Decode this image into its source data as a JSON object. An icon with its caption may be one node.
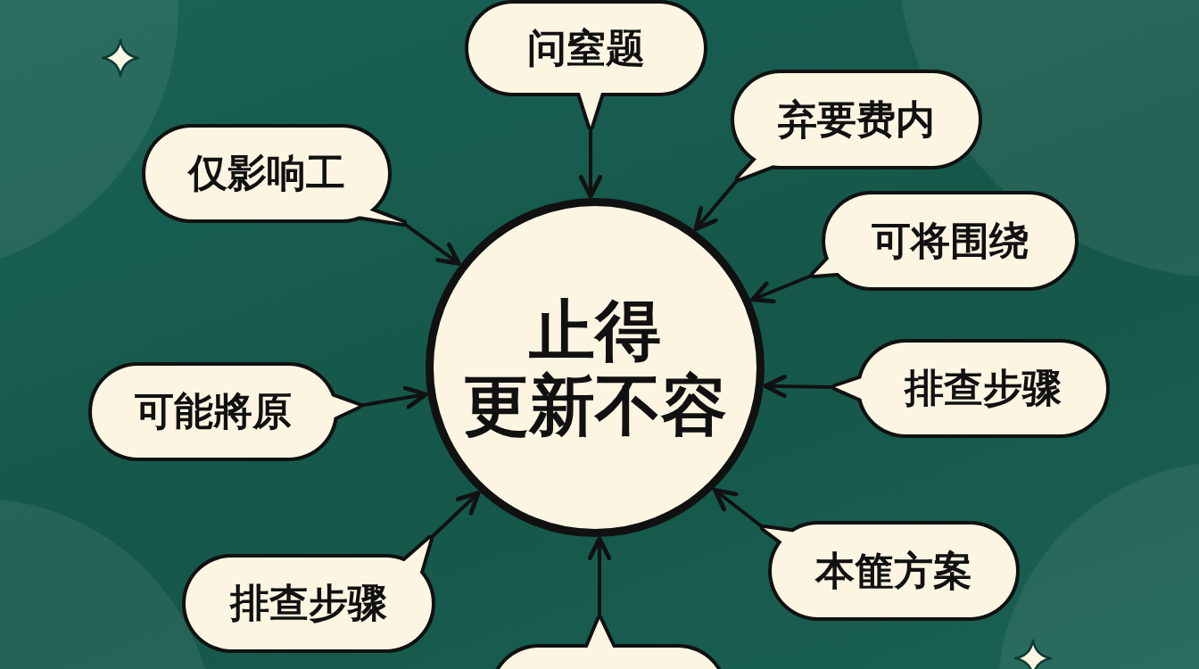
{
  "diagram": {
    "nodes": [
      {
        "text": [
          "问窒题"
        ]
      },
      {
        "text": [
          "弃要费内"
        ]
      },
      {
        "text": [
          "仅影响工"
        ]
      },
      {
        "text": [
          "可将围绕"
        ]
      },
      {
        "text": [
          "止得更新不容"
        ]
      },
      {
        "text": [
          "排查步骤"
        ]
      },
      {
        "text": [
          "可能將原"
        ]
      },
      {
        "text": [
          "本篚方案"
        ]
      },
      {
        "text": [
          "排查步骤"
        ]
      },
      {
        "text": [],
        "shape": "box"
      }
    ],
    "edges": [
      {
        "from": 0,
        "to": 4,
        "arrow": "to"
      },
      {
        "from": 1,
        "to": 4,
        "arrow": "to"
      },
      {
        "from": 2,
        "to": 4,
        "arrow": "to"
      },
      {
        "from": 3,
        "to": 4,
        "arrow": "to"
      },
      {
        "from": 5,
        "to": 4,
        "arrow": "to"
      },
      {
        "from": 6,
        "to": 4,
        "arrow": "to"
      },
      {
        "from": 7,
        "to": 4,
        "arrow": "to"
      },
      {
        "from": 8,
        "to": 4,
        "arrow": "to"
      },
      {
        "from": 9,
        "to": 4,
        "arrow": "to"
      }
    ]
  }
}
